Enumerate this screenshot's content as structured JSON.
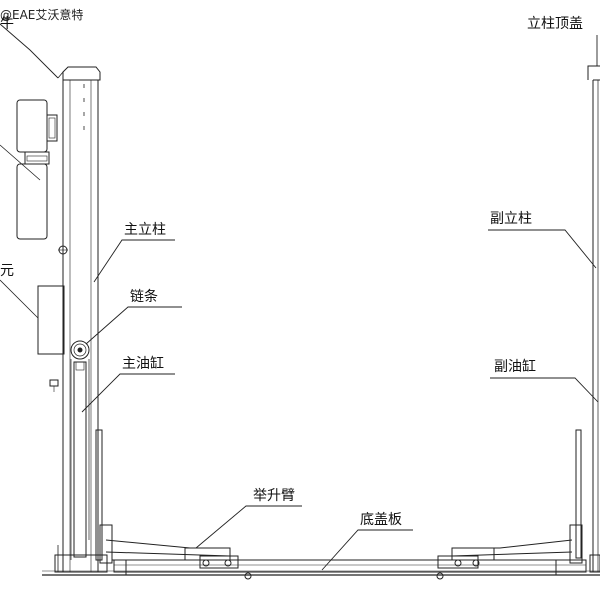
{
  "watermark": "@EAE艾沃意特",
  "labels": {
    "partial_top": "牛",
    "partial_mid": "元",
    "main_column": "主立柱",
    "chain": "链条",
    "main_cylinder": "主油缸",
    "lift_arm": "举升臂",
    "base_cover": "底盖板",
    "column_top_cover": "立柱顶盖",
    "sub_column": "副立柱",
    "sub_cylinder": "副油缸"
  },
  "colors": {
    "line": "#222222",
    "background": "#ffffff"
  }
}
